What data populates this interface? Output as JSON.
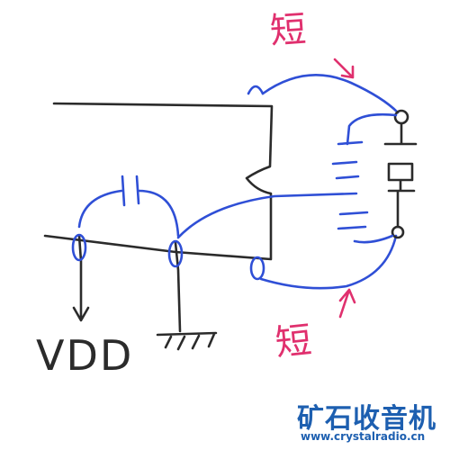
{
  "labels": {
    "top_annotation": "短",
    "bottom_annotation": "短",
    "supply_label": "VDD"
  },
  "watermark": {
    "title": "矿石收音机",
    "url": "www.crystalradio.cn"
  },
  "colors": {
    "ink": "#2b2b2b",
    "wire": "#2f4fd6",
    "annotation": "#e0306e",
    "brand": "#1d5fb0"
  }
}
